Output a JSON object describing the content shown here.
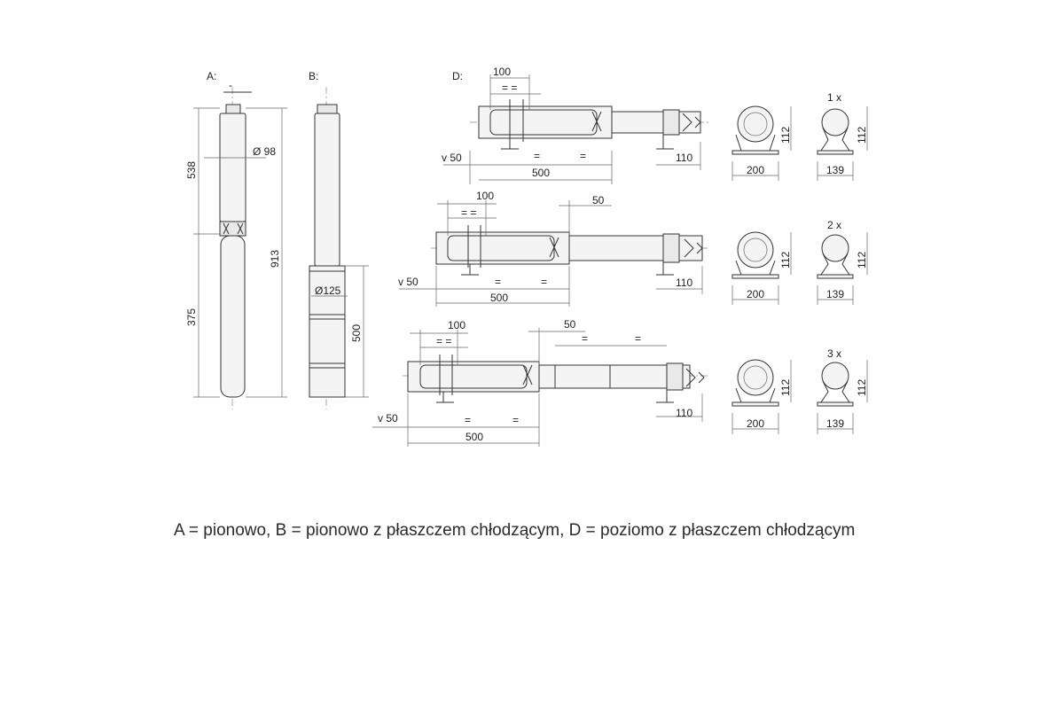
{
  "labels": {
    "view_a": "A:",
    "view_b": "B:",
    "view_d": "D:"
  },
  "dims_a": {
    "top": "538",
    "bottom": "375",
    "total": "913",
    "diameter": "Ø 98",
    "shaft": "-"
  },
  "dims_b": {
    "jacket_diameter": "Ø125",
    "jacket_length": "500"
  },
  "rows": [
    {
      "d100": "100",
      "eq": "= =",
      "v50": "v  50",
      "eq_a": "=",
      "eq_b": "=",
      "d500": "500",
      "d110": "110",
      "d50": ""
    },
    {
      "d100": "100",
      "eq": "= =",
      "v50": "v  50",
      "eq_a": "=",
      "eq_b": "=",
      "d500": "500",
      "d110": "110",
      "d50": "50"
    },
    {
      "d100": "100",
      "eq": "= =",
      "v50": "v  50",
      "eq_a": "=",
      "eq_b": "=",
      "d500": "500",
      "d110": "110",
      "d50": "50",
      "eq_c": "=",
      "eq_d": "="
    }
  ],
  "supports": [
    {
      "count": "1 x",
      "height_left": "112",
      "width_left": "200",
      "height_right": "112",
      "width_right": "139"
    },
    {
      "count": "2 x",
      "height_left": "112",
      "width_left": "200",
      "height_right": "112",
      "width_right": "139"
    },
    {
      "count": "3 x",
      "height_left": "112",
      "width_left": "200",
      "height_right": "112",
      "width_right": "139"
    }
  ],
  "caption": "A = pionowo, B = pionowo z płaszczem chłodzącym, D = poziomo z płaszczem chłodzącym"
}
